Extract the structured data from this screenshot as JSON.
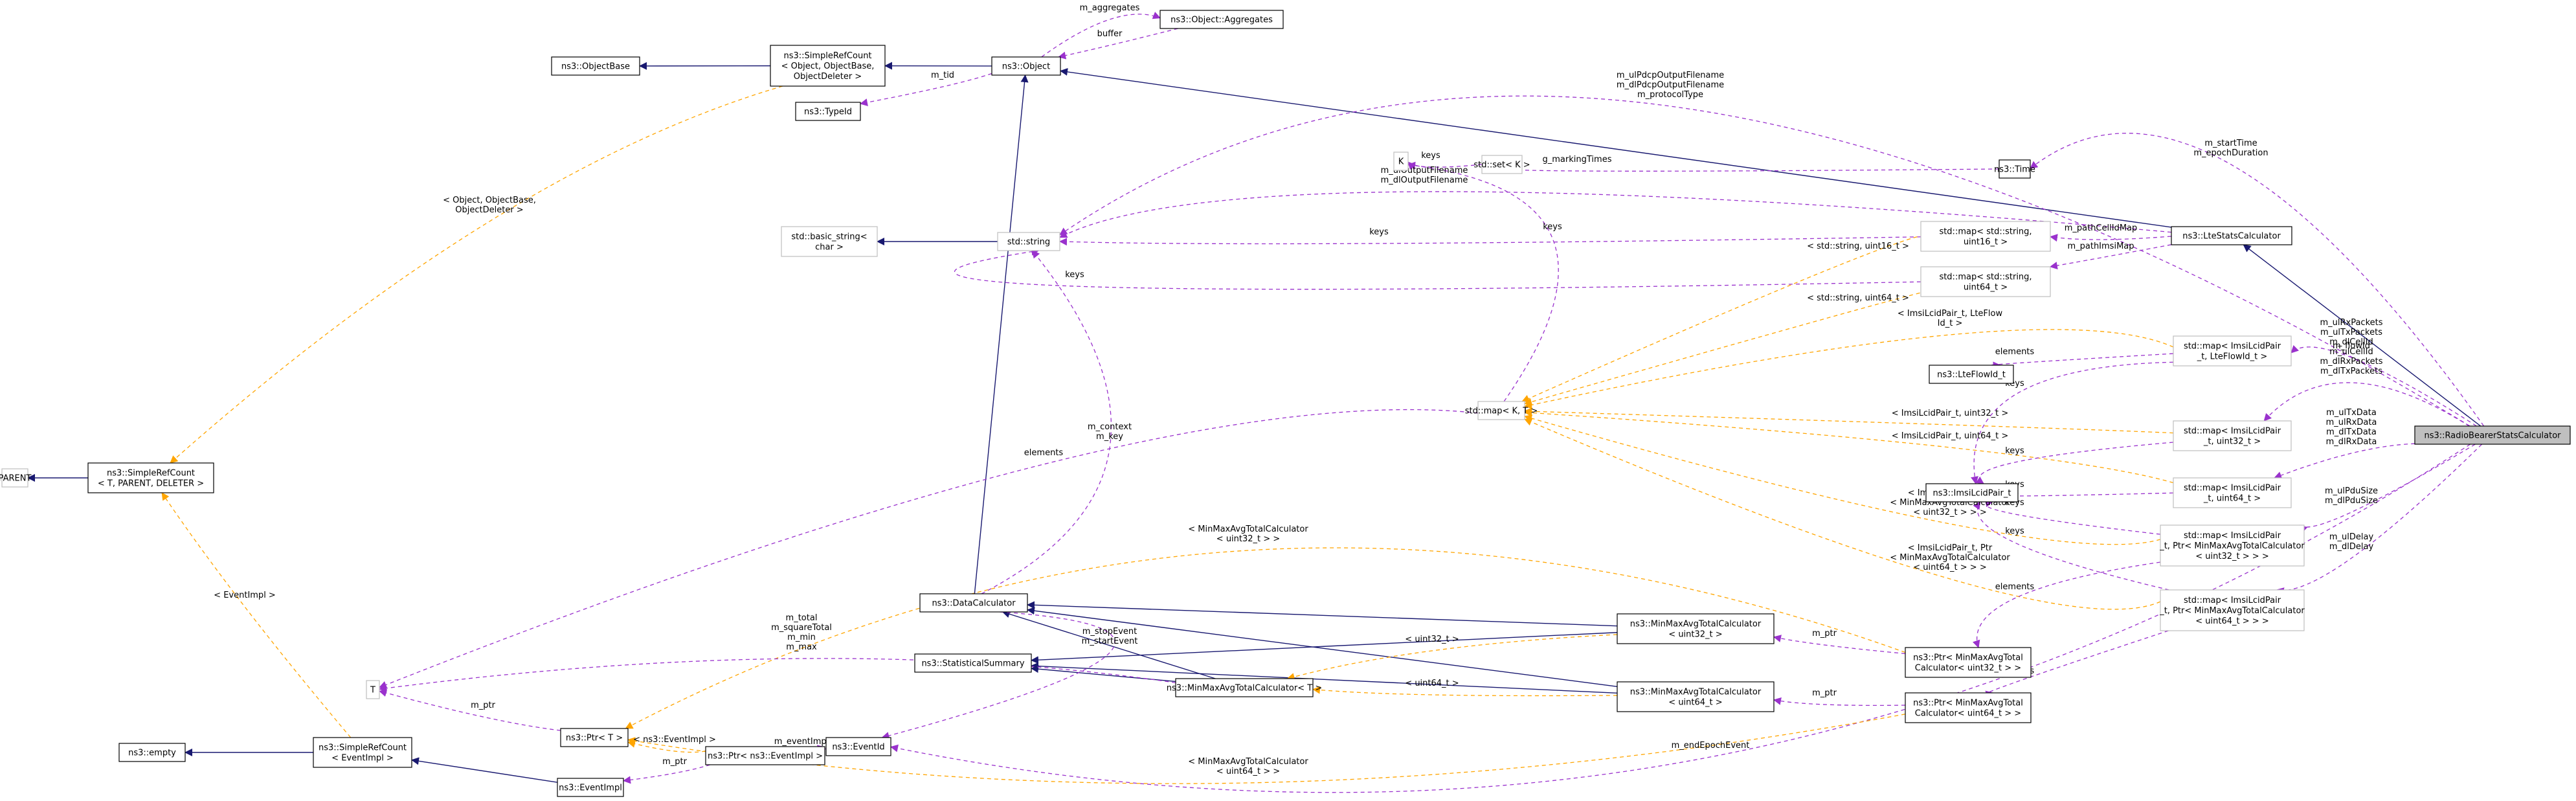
{
  "colors": {
    "inheritance": "#191970",
    "member": "#9a32cd",
    "template": "#ffa500",
    "focus_fill": "#bfbfbf",
    "undocumented_border": "#bfbfbf"
  },
  "nodes": [
    {
      "id": "radio",
      "lines": [
        "ns3::RadioBearerStatsCalculator"
      ],
      "style": "focus"
    },
    {
      "id": "lte",
      "lines": [
        "ns3::LteStatsCalculator"
      ],
      "style": "normal"
    },
    {
      "id": "object",
      "lines": [
        "ns3::Object"
      ],
      "style": "normal"
    },
    {
      "id": "aggregates",
      "lines": [
        "ns3::Object::Aggregates"
      ],
      "style": "normal"
    },
    {
      "id": "src_obj",
      "lines": [
        "ns3::SimpleRefCount",
        "< Object, ObjectBase,",
        "ObjectDeleter >"
      ],
      "style": "normal"
    },
    {
      "id": "objectbase",
      "lines": [
        "ns3::ObjectBase"
      ],
      "style": "normal"
    },
    {
      "id": "typeid",
      "lines": [
        "ns3::TypeId"
      ],
      "style": "normal"
    },
    {
      "id": "basic_string",
      "lines": [
        "std::basic_string<",
        "char >"
      ],
      "style": "grey"
    },
    {
      "id": "string",
      "lines": [
        "std::string"
      ],
      "style": "grey"
    },
    {
      "id": "K",
      "lines": [
        "K"
      ],
      "style": "grey"
    },
    {
      "id": "setK",
      "lines": [
        "std::set< K >"
      ],
      "style": "grey"
    },
    {
      "id": "time",
      "lines": [
        "ns3::Time"
      ],
      "style": "normal"
    },
    {
      "id": "map_s16",
      "lines": [
        "std::map< std::string,",
        "uint16_t >"
      ],
      "style": "grey"
    },
    {
      "id": "map_s64",
      "lines": [
        "std::map< std::string,",
        "uint64_t >"
      ],
      "style": "grey"
    },
    {
      "id": "mapKT",
      "lines": [
        "std::map< K, T >"
      ],
      "style": "grey"
    },
    {
      "id": "lteflowid",
      "lines": [
        "ns3::LteFlowId_t"
      ],
      "style": "normal"
    },
    {
      "id": "imsilcid",
      "lines": [
        "ns3::ImsiLcidPair_t"
      ],
      "style": "normal"
    },
    {
      "id": "map_flow",
      "lines": [
        "std::map< ImsiLcidPair",
        "_t, LteFlowId_t >"
      ],
      "style": "grey"
    },
    {
      "id": "map_u32",
      "lines": [
        "std::map< ImsiLcidPair",
        "_t, uint32_t >"
      ],
      "style": "grey"
    },
    {
      "id": "map_u64",
      "lines": [
        "std::map< ImsiLcidPair",
        "_t, uint64_t >"
      ],
      "style": "grey"
    },
    {
      "id": "map_p32",
      "lines": [
        "std::map< ImsiLcidPair",
        "_t, Ptr< MinMaxAvgTotalCalculator",
        "< uint32_t > > >"
      ],
      "style": "grey"
    },
    {
      "id": "map_p64",
      "lines": [
        "std::map< ImsiLcidPair",
        "_t, Ptr< MinMaxAvgTotalCalculator",
        "< uint64_t > > >"
      ],
      "style": "grey"
    },
    {
      "id": "parent",
      "lines": [
        "PARENT"
      ],
      "style": "grey"
    },
    {
      "id": "src_t",
      "lines": [
        "ns3::SimpleRefCount",
        "< T, PARENT, DELETER >"
      ],
      "style": "normal"
    },
    {
      "id": "T",
      "lines": [
        "T"
      ],
      "style": "grey"
    },
    {
      "id": "empty",
      "lines": [
        "ns3::empty"
      ],
      "style": "normal"
    },
    {
      "id": "src_ev",
      "lines": [
        "ns3::SimpleRefCount",
        "< EventImpl >"
      ],
      "style": "normal"
    },
    {
      "id": "ptrT",
      "lines": [
        "ns3::Ptr< T >"
      ],
      "style": "normal"
    },
    {
      "id": "eventimpl",
      "lines": [
        "ns3::EventImpl"
      ],
      "style": "normal"
    },
    {
      "id": "ptr_ev",
      "lines": [
        "ns3::Ptr< ns3::EventImpl >"
      ],
      "style": "normal"
    },
    {
      "id": "eventid",
      "lines": [
        "ns3::EventId"
      ],
      "style": "normal"
    },
    {
      "id": "datacalc",
      "lines": [
        "ns3::DataCalculator"
      ],
      "style": "normal"
    },
    {
      "id": "statsum",
      "lines": [
        "ns3::StatisticalSummary"
      ],
      "style": "normal"
    },
    {
      "id": "mmT",
      "lines": [
        "ns3::MinMaxAvgTotalCalculator< T >"
      ],
      "style": "normal"
    },
    {
      "id": "mm32",
      "lines": [
        "ns3::MinMaxAvgTotalCalculator",
        "< uint32_t >"
      ],
      "style": "normal"
    },
    {
      "id": "mm64",
      "lines": [
        "ns3::MinMaxAvgTotalCalculator",
        "< uint64_t >"
      ],
      "style": "normal"
    },
    {
      "id": "ptr_mm32",
      "lines": [
        "ns3::Ptr< MinMaxAvgTotal",
        "Calculator< uint32_t > >"
      ],
      "style": "normal"
    },
    {
      "id": "ptr_mm64",
      "lines": [
        "ns3::Ptr< MinMaxAvgTotal",
        "Calculator< uint64_t > >"
      ],
      "style": "normal"
    }
  ],
  "edges": [
    {
      "from": "radio",
      "to": "lte",
      "kind": "inherit",
      "label": []
    },
    {
      "from": "lte",
      "to": "object",
      "kind": "inherit",
      "label": []
    },
    {
      "from": "object",
      "to": "src_obj",
      "kind": "inherit",
      "label": []
    },
    {
      "from": "src_obj",
      "to": "objectbase",
      "kind": "inherit",
      "label": []
    },
    {
      "from": "object",
      "to": "aggregates",
      "kind": "member",
      "label": [
        "m_aggregates"
      ]
    },
    {
      "from": "aggregates",
      "to": "object",
      "kind": "member",
      "label": [
        "buffer"
      ]
    },
    {
      "from": "object",
      "to": "typeid",
      "kind": "member",
      "label": [
        "m_tid"
      ]
    },
    {
      "from": "datacalc",
      "to": "object",
      "kind": "inherit",
      "label": []
    },
    {
      "from": "string",
      "to": "basic_string",
      "kind": "inherit",
      "label": []
    },
    {
      "from": "radio",
      "to": "string",
      "kind": "member",
      "label": [
        "m_ulPdcpOutputFilename",
        "m_dlPdcpOutputFilename",
        "m_protocolType"
      ]
    },
    {
      "from": "lte",
      "to": "string",
      "kind": "member",
      "label": [
        "m_ulOutputFilename",
        "m_dlOutputFilename"
      ]
    },
    {
      "from": "map_s16",
      "to": "string",
      "kind": "member",
      "label": [
        "keys"
      ]
    },
    {
      "from": "map_s64",
      "to": "string",
      "kind": "member",
      "label": [
        "keys"
      ]
    },
    {
      "from": "datacalc",
      "to": "string",
      "kind": "member",
      "label": [
        "m_context",
        "m_key"
      ]
    },
    {
      "from": "setK",
      "to": "K",
      "kind": "member",
      "label": [
        "keys"
      ]
    },
    {
      "from": "time",
      "to": "setK",
      "kind": "member",
      "label": [
        "g_markingTimes"
      ]
    },
    {
      "from": "radio",
      "to": "time",
      "kind": "member",
      "label": [
        "m_startTime",
        "m_epochDuration"
      ]
    },
    {
      "from": "lte",
      "to": "map_s16",
      "kind": "member",
      "label": [
        "m_pathCellIdMap"
      ]
    },
    {
      "from": "lte",
      "to": "map_s64",
      "kind": "member",
      "label": [
        "m_pathImsiMap"
      ]
    },
    {
      "from": "mapKT",
      "to": "K",
      "kind": "member",
      "label": [
        "keys"
      ]
    },
    {
      "from": "mapKT",
      "to": "T",
      "kind": "member",
      "label": [
        "elements"
      ]
    },
    {
      "from": "map_s16",
      "to": "mapKT",
      "kind": "template",
      "label": [
        "< std::string, uint16_t >"
      ]
    },
    {
      "from": "map_s64",
      "to": "mapKT",
      "kind": "template",
      "label": [
        "< std::string, uint64_t >"
      ]
    },
    {
      "from": "map_flow",
      "to": "mapKT",
      "kind": "template",
      "label": [
        "< ImsiLcidPair_t, LteFlow",
        "Id_t >"
      ]
    },
    {
      "from": "map_u32",
      "to": "mapKT",
      "kind": "template",
      "label": [
        "< ImsiLcidPair_t, uint32_t >"
      ]
    },
    {
      "from": "map_u64",
      "to": "mapKT",
      "kind": "template",
      "label": [
        "< ImsiLcidPair_t, uint64_t >"
      ]
    },
    {
      "from": "map_p32",
      "to": "mapKT",
      "kind": "template",
      "label": [
        "< ImsiLcidPair_t, Ptr",
        "< MinMaxAvgTotalCalculator",
        "< uint32_t > > >"
      ]
    },
    {
      "from": "map_p64",
      "to": "mapKT",
      "kind": "template",
      "label": [
        "< ImsiLcidPair_t, Ptr",
        "< MinMaxAvgTotalCalculator",
        "< uint64_t > > >"
      ]
    },
    {
      "from": "map_flow",
      "to": "lteflowid",
      "kind": "member",
      "label": [
        "elements"
      ]
    },
    {
      "from": "map_flow",
      "to": "imsilcid",
      "kind": "member",
      "label": [
        "keys"
      ]
    },
    {
      "from": "map_u32",
      "to": "imsilcid",
      "kind": "member",
      "label": [
        "keys"
      ]
    },
    {
      "from": "map_u64",
      "to": "imsilcid",
      "kind": "member",
      "label": [
        "keys"
      ]
    },
    {
      "from": "map_p32",
      "to": "imsilcid",
      "kind": "member",
      "label": [
        "keys"
      ]
    },
    {
      "from": "map_p64",
      "to": "imsilcid",
      "kind": "member",
      "label": [
        "keys"
      ]
    },
    {
      "from": "radio",
      "to": "map_flow",
      "kind": "member",
      "label": [
        "m_flowId"
      ]
    },
    {
      "from": "radio",
      "to": "map_u32",
      "kind": "member",
      "label": [
        "m_ulRxPackets",
        "m_ulTxPackets",
        "m_dlCellId",
        "m_ulCellId",
        "m_dlRxPackets",
        "m_dlTxPackets"
      ]
    },
    {
      "from": "radio",
      "to": "map_u64",
      "kind": "member",
      "label": [
        "m_ulTxData",
        "m_ulRxData",
        "m_dlTxData",
        "m_dlRxData"
      ]
    },
    {
      "from": "radio",
      "to": "map_p32",
      "kind": "member",
      "label": [
        "m_ulPduSize",
        "m_dlPduSize"
      ]
    },
    {
      "from": "radio",
      "to": "map_p64",
      "kind": "member",
      "label": [
        "m_ulDelay",
        "m_dlDelay"
      ]
    },
    {
      "from": "radio",
      "to": "eventid",
      "kind": "member",
      "label": [
        "m_endEpochEvent"
      ]
    },
    {
      "from": "map_p32",
      "to": "ptr_mm32",
      "kind": "member",
      "label": [
        "elements"
      ]
    },
    {
      "from": "map_p64",
      "to": "ptr_mm64",
      "kind": "member",
      "label": [
        "elements"
      ]
    },
    {
      "from": "ptr_mm32",
      "to": "mm32",
      "kind": "member",
      "label": [
        "m_ptr"
      ]
    },
    {
      "from": "ptr_mm64",
      "to": "mm64",
      "kind": "member",
      "label": [
        "m_ptr"
      ]
    },
    {
      "from": "ptr_mm32",
      "to": "ptrT",
      "kind": "template",
      "label": [
        "< MinMaxAvgTotalCalculator",
        "< uint32_t > >"
      ]
    },
    {
      "from": "ptr_mm64",
      "to": "ptrT",
      "kind": "template",
      "label": [
        "< MinMaxAvgTotalCalculator",
        "< uint64_t > >"
      ]
    },
    {
      "from": "mm32",
      "to": "datacalc",
      "kind": "inherit",
      "label": []
    },
    {
      "from": "mm32",
      "to": "statsum",
      "kind": "inherit",
      "label": []
    },
    {
      "from": "mm64",
      "to": "datacalc",
      "kind": "inherit",
      "label": []
    },
    {
      "from": "mm64",
      "to": "statsum",
      "kind": "inherit",
      "label": []
    },
    {
      "from": "mmT",
      "to": "datacalc",
      "kind": "inherit",
      "label": []
    },
    {
      "from": "mmT",
      "to": "statsum",
      "kind": "inherit",
      "label": []
    },
    {
      "from": "mm32",
      "to": "mmT",
      "kind": "template",
      "label": [
        "< uint32_t >"
      ]
    },
    {
      "from": "mm64",
      "to": "mmT",
      "kind": "template",
      "label": [
        "< uint64_t >"
      ]
    },
    {
      "from": "mmT",
      "to": "T",
      "kind": "member",
      "label": [
        "m_total",
        "m_squareTotal",
        "m_min",
        "m_max"
      ]
    },
    {
      "from": "datacalc",
      "to": "eventid",
      "kind": "member",
      "label": [
        "m_stopEvent",
        "m_startEvent"
      ]
    },
    {
      "from": "eventid",
      "to": "ptr_ev",
      "kind": "member",
      "label": [
        "m_eventImpl"
      ]
    },
    {
      "from": "ptr_ev",
      "to": "ptrT",
      "kind": "template",
      "label": [
        "< ns3::EventImpl >"
      ]
    },
    {
      "from": "ptr_ev",
      "to": "eventimpl",
      "kind": "member",
      "label": [
        "m_ptr"
      ]
    },
    {
      "from": "ptrT",
      "to": "T",
      "kind": "member",
      "label": [
        "m_ptr"
      ]
    },
    {
      "from": "eventimpl",
      "to": "src_ev",
      "kind": "inherit",
      "label": []
    },
    {
      "from": "src_ev",
      "to": "empty",
      "kind": "inherit",
      "label": []
    },
    {
      "from": "src_ev",
      "to": "src_t",
      "kind": "template",
      "label": [
        "< EventImpl >"
      ]
    },
    {
      "from": "src_obj",
      "to": "src_t",
      "kind": "template",
      "label": [
        "< Object, ObjectBase,",
        "ObjectDeleter >"
      ]
    },
    {
      "from": "src_t",
      "to": "parent",
      "kind": "inherit",
      "label": []
    }
  ]
}
